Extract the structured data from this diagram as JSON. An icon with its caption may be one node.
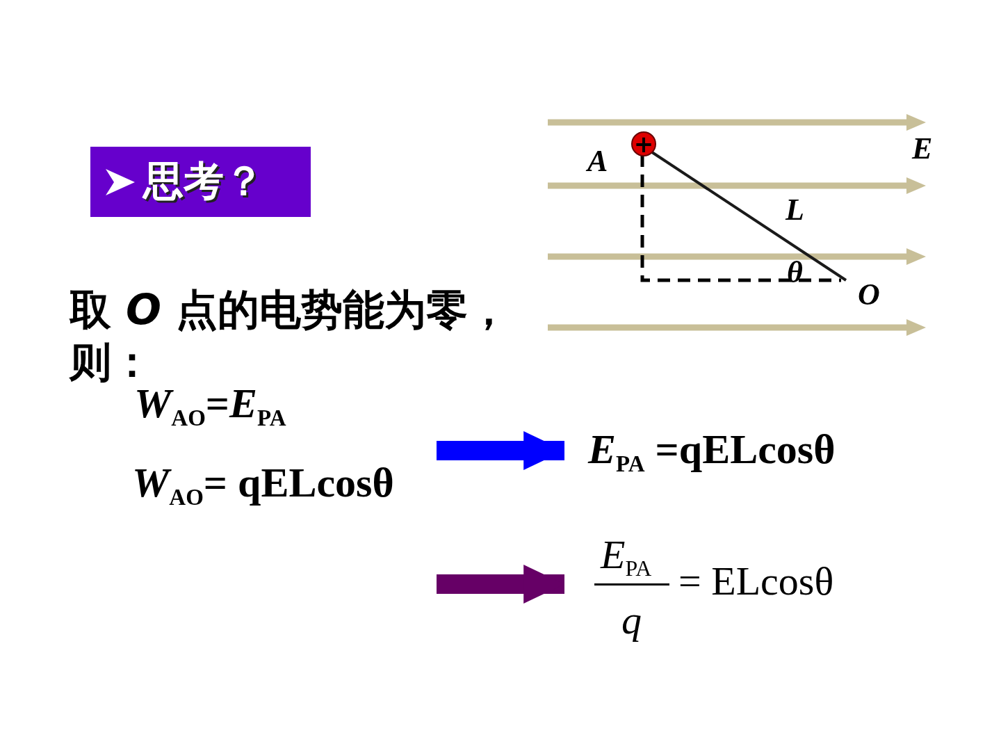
{
  "diagram": {
    "nodes": [
      {
        "text": [
          "思考？"
        ]
      },
      {
        "text": [
          "+"
        ]
      },
      {
        "text": [
          "*W*$_{AO}$= qELcosθ"
        ]
      },
      {
        "text": [
          "*E*$_{PA}$ =qELcosθ"
        ]
      },
      {
        "text": [
          "*E*$_{PA}$",
          "*q*",
          "= ELcosθ"
        ]
      }
    ],
    "edges": [
      {
        "from": 2,
        "to": 3,
        "arrow": "to",
        "color": "#0000ff"
      },
      {
        "from": null,
        "to": 4,
        "arrow": "to",
        "color": "#660066"
      }
    ],
    "labels": [
      "A",
      "E",
      "L",
      "θ",
      "O",
      "取 *O* 点的电势能为零，则：",
      "*W*$_{AO}$=*E*$_{PA}$"
    ]
  }
}
